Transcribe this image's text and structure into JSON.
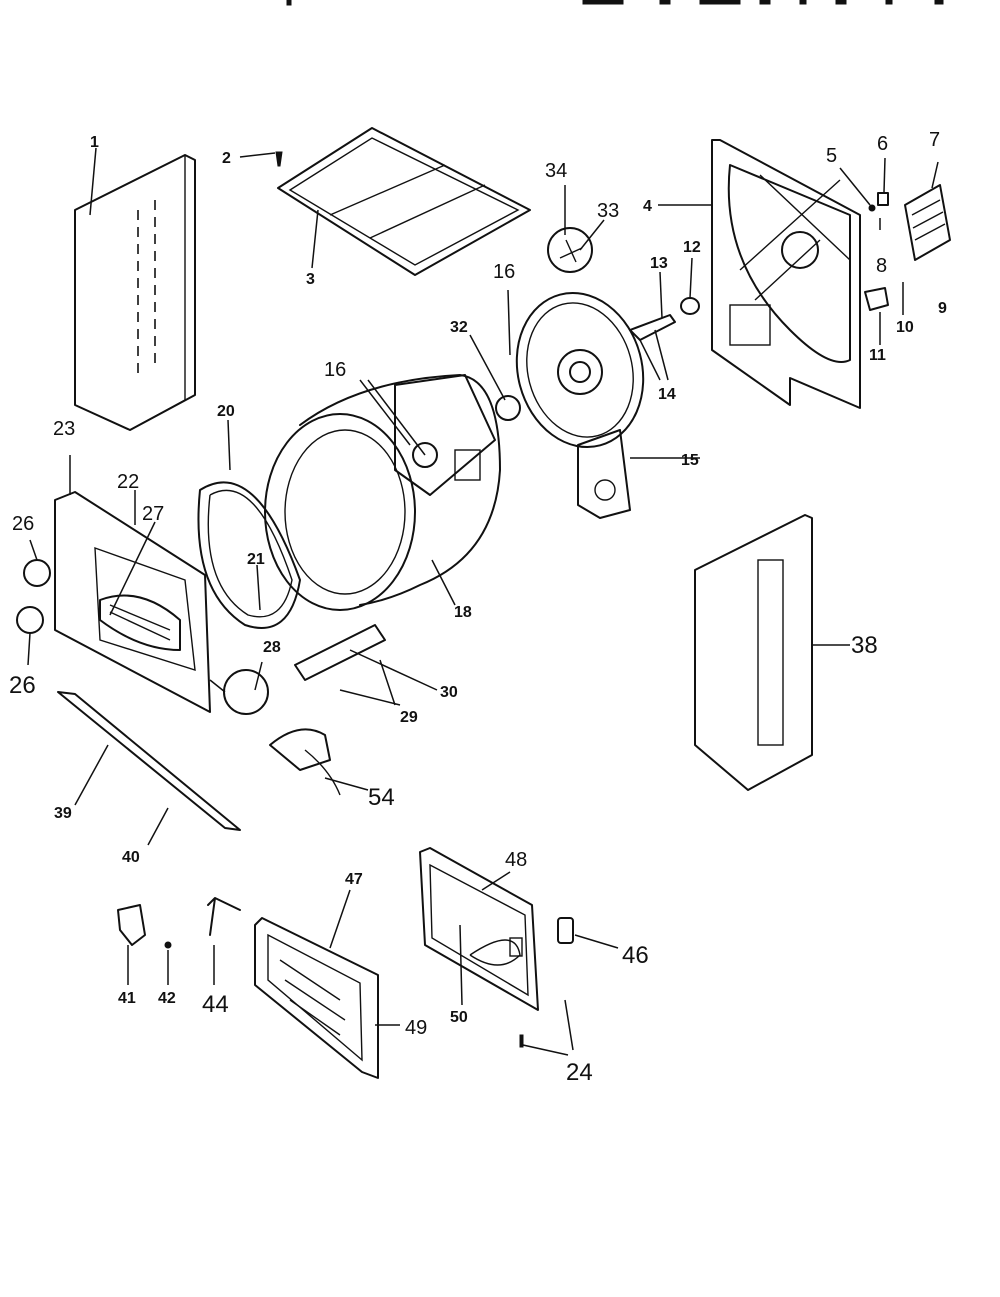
{
  "header": {
    "marks": [
      "|",
      "|",
      "|",
      "|",
      "|",
      "|",
      "|",
      "|",
      "|",
      "|",
      "|"
    ]
  },
  "callouts": {
    "p1": "1",
    "p2": "2",
    "p3": "3",
    "p4": "4",
    "p5": "5",
    "p6": "6",
    "p7": "7",
    "p8": "8",
    "p9": "9",
    "p10": "10",
    "p11": "11",
    "p12": "12",
    "p13": "13",
    "p14": "14",
    "p15": "15",
    "p16a": "16",
    "p16b": "16",
    "p18": "18",
    "p20": "20",
    "p21": "21",
    "p22": "22",
    "p23": "23",
    "p24": "24",
    "p26a": "26",
    "p26b": "26",
    "p27": "27",
    "p28": "28",
    "p29": "29",
    "p30": "30",
    "p32": "32",
    "p33": "33",
    "p34": "34",
    "p38": "38",
    "p39": "39",
    "p40": "40",
    "p41": "41",
    "p42": "42",
    "p44": "44",
    "p46": "46",
    "p47": "47",
    "p48": "48",
    "p49": "49",
    "p50": "50",
    "p54": "54"
  }
}
